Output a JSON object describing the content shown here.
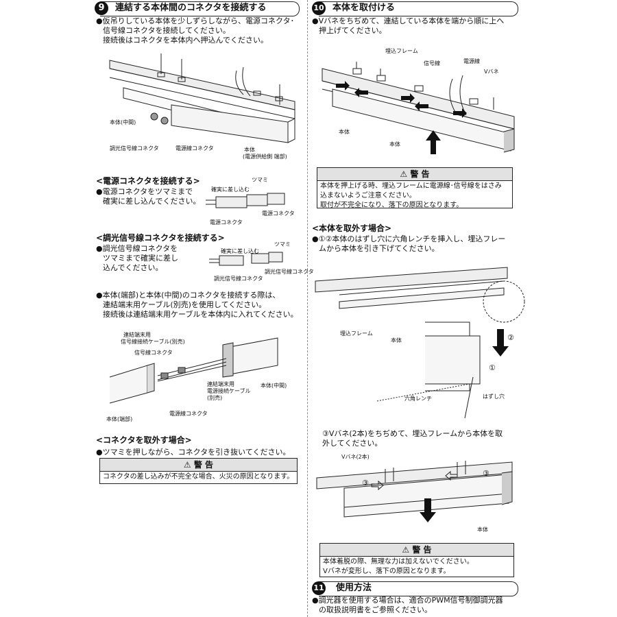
{
  "section9": {
    "number": "9",
    "title": "連結する本体間のコネクタを接続する",
    "intro": [
      "●仮吊りしている本体を少しずらしながら、電源コネクタ･",
      "信号線コネクタを接続してください。",
      "接続後はコネクタを本体内へ押込んでください。"
    ],
    "fig1": {
      "label_body_mid": "本体(中間)",
      "label_dim_conn": "調光信号線コネクタ",
      "label_power_conn": "電源線コネクタ",
      "label_body_end": [
        "本体",
        "(電源供給側 端部)"
      ]
    },
    "power_connect": {
      "heading": "<電源コネクタを接続する>",
      "text": [
        "●電源コネクタをツマミまで",
        "確実に差し込んでください。"
      ],
      "fig_knob": "ツマミ",
      "fig_insert": "確実に差し込む",
      "fig_conn_left": "電源コネクタ",
      "fig_conn_right": "電源コネクタ"
    },
    "dim_connect": {
      "heading": "<調光信号線コネクタを接続する>",
      "text": [
        "●調光信号線コネクタを",
        "ツマミまで確実に差し",
        "込んでください。"
      ],
      "fig_knob": "ツマミ",
      "fig_insert": "確実に差し込む",
      "fig_conn_left": "調光信号線コネクタ",
      "fig_conn_right": "調光信号線コネクタ"
    },
    "end_connect": {
      "text": [
        "●本体(端部)と本体(中間)のコネクタを接続する際は、",
        "連結端末用ケーブル(別売)を使用してください。",
        "接続後は連結端末用ケーブルを本体内に入れてください。"
      ],
      "fig_cable_signal": [
        "連結端末用",
        "信号線接続ケーブル(別売)"
      ],
      "fig_signal_conn": "信号線コネクタ",
      "fig_cable_power": [
        "連結端末用",
        "電源接続ケーブル",
        "(別売)"
      ],
      "fig_body_mid": "本体(中間)",
      "fig_body_end": "本体(端部)",
      "fig_power_conn": "電源線コネクタ"
    },
    "remove": {
      "heading": "<コネクタを取外す場合>",
      "text": "●ツマミを押しながら、コネクタを引き抜いてください。",
      "warn_title": "警 告",
      "warn_body": [
        "コネクタの差し込みが不完全な場合、火災の原因となります。"
      ]
    }
  },
  "section10": {
    "number": "10",
    "title": "本体を取付ける",
    "intro": [
      "●Vバネをちぢめて、連結している本体を端から順に上へ",
      "押上げてください。"
    ],
    "fig1": {
      "label_frame": "埋込フレーム",
      "label_signal": "信号線",
      "label_power": "電源線",
      "label_vspring": "Vバネ",
      "label_body_a": "本体",
      "label_body_b": "本体"
    },
    "warn1_title": "警 告",
    "warn1_body": [
      "本体を押上げる時、埋込フレームに電源線･信号線をはさみ",
      "込まないようご注意ください。",
      "取付が不完全になり、落下の原因となります。"
    ],
    "remove": {
      "heading": "<本体を取外す場合>",
      "text": [
        "●①②本体のはずし穴に六角レンチを挿入し、埋込フレー",
        "ムから本体を引き下げてください。"
      ],
      "fig_frame": "埋込フレーム",
      "fig_body": "本体",
      "fig_step2": "②",
      "fig_step1": "①",
      "fig_wrench": "六角レンチ",
      "fig_hole": "はずし穴",
      "text3": [
        "③Vバネ(2本)をちぢめて、埋込フレームから本体を取",
        "外してください。"
      ],
      "fig_vspring": "Vバネ(2本)",
      "fig_step3a": "③",
      "fig_step3b": "③",
      "fig_body2": "本体"
    },
    "warn2_title": "警 告",
    "warn2_body": [
      "本体着脱の際、無理な力は加えないでください。",
      "Vバネが変形し、落下の原因となります。"
    ]
  },
  "section11": {
    "number": "11",
    "title": "使用方法",
    "text": [
      "●調光器を使用する場合は、適合のPWM信号制御調光器",
      "の取扱説明書をご参照ください。"
    ]
  },
  "warn_icon": "warning-triangle-icon"
}
